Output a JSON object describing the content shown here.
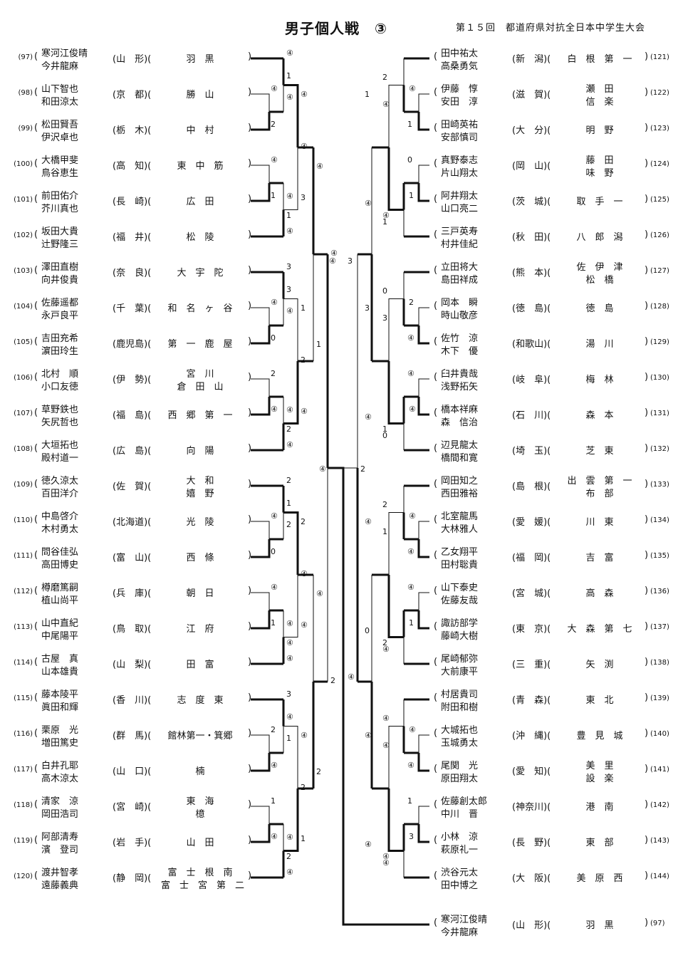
{
  "header": {
    "title": "男子個人戦　③",
    "subtitle": "第１５回　都道府県対抗全日本中学生大会"
  },
  "left": [
    {
      "num": "(97)",
      "n1": "寒河江俊晴",
      "n2": "今井龍麻",
      "pref": "(山　形)(",
      "school": [
        "羽　黒"
      ]
    },
    {
      "num": "(98)",
      "n1": "山下智也",
      "n2": "和田涼太",
      "pref": "(京　都)(",
      "school": [
        "勝　山"
      ]
    },
    {
      "num": "(99)",
      "n1": "松田賢吾",
      "n2": "伊沢卓也",
      "pref": "(栃　木)(",
      "school": [
        "中　村"
      ]
    },
    {
      "num": "(100)",
      "n1": "大橋甲斐",
      "n2": "鳥谷恵生",
      "pref": "(高　知)(",
      "school": [
        "東　中　筋"
      ]
    },
    {
      "num": "(101)",
      "n1": "前田佑介",
      "n2": "芥川真也",
      "pref": "(長　崎)(",
      "school": [
        "広　田"
      ]
    },
    {
      "num": "(102)",
      "n1": "坂田大貴",
      "n2": "辻野隆三",
      "pref": "(福　井)(",
      "school": [
        "松　陵"
      ]
    },
    {
      "num": "(103)",
      "n1": "澤田直樹",
      "n2": "向井俊貴",
      "pref": "(奈　良)(",
      "school": [
        "大　宇　陀"
      ]
    },
    {
      "num": "(104)",
      "n1": "佐藤遥都",
      "n2": "永戸良平",
      "pref": "(千　葉)(",
      "school": [
        "和　名　ヶ　谷"
      ]
    },
    {
      "num": "(105)",
      "n1": "吉田充希",
      "n2": "濵田玲生",
      "pref": "(鹿児島)(",
      "school": [
        "第　一　鹿　屋"
      ]
    },
    {
      "num": "(106)",
      "n1": "北村　順",
      "n2": "小口友徳",
      "pref": "(伊　勢)(",
      "school": [
        "宮　川",
        "倉　田　山"
      ]
    },
    {
      "num": "(107)",
      "n1": "草野鉄也",
      "n2": "矢尻哲也",
      "pref": "(福　島)(",
      "school": [
        "西　郷　第　一"
      ]
    },
    {
      "num": "(108)",
      "n1": "大垣拓也",
      "n2": "殿村道一",
      "pref": "(広　島)(",
      "school": [
        "向　陽"
      ]
    },
    {
      "num": "(109)",
      "n1": "徳久涼太",
      "n2": "百田洋介",
      "pref": "(佐　賀)(",
      "school": [
        "大　和",
        "嬉　野"
      ]
    },
    {
      "num": "(110)",
      "n1": "中島啓介",
      "n2": "木村勇太",
      "pref": "(北海道)(",
      "school": [
        "光　陵"
      ]
    },
    {
      "num": "(111)",
      "n1": "問谷佳弘",
      "n2": "高田博史",
      "pref": "(富　山)(",
      "school": [
        "西　條"
      ]
    },
    {
      "num": "(112)",
      "n1": "樽磨篤嗣",
      "n2": "植山尚平",
      "pref": "(兵　庫)(",
      "school": [
        "朝　日"
      ]
    },
    {
      "num": "(113)",
      "n1": "山中直紀",
      "n2": "中尾陽平",
      "pref": "(鳥　取)(",
      "school": [
        "江　府"
      ]
    },
    {
      "num": "(114)",
      "n1": "古屋　真",
      "n2": "山本雄貴",
      "pref": "(山　梨)(",
      "school": [
        "田　富"
      ]
    },
    {
      "num": "(115)",
      "n1": "藤本陵平",
      "n2": "眞田和輝",
      "pref": "(香　川)(",
      "school": [
        "志　度　東"
      ]
    },
    {
      "num": "(116)",
      "n1": "栗原　光",
      "n2": "増田篤史",
      "pref": "(群　馬)(",
      "school": [
        "館林第一・箕郷"
      ]
    },
    {
      "num": "(117)",
      "n1": "白井孔耶",
      "n2": "高木涼太",
      "pref": "(山　口)(",
      "school": [
        "楠"
      ]
    },
    {
      "num": "(118)",
      "n1": "清家　涼",
      "n2": "岡田浩司",
      "pref": "(宮　崎)(",
      "school": [
        "東　海",
        "檍"
      ]
    },
    {
      "num": "(119)",
      "n1": "阿部清寿",
      "n2": "濱　登司",
      "pref": "(岩　手)(",
      "school": [
        "山　田"
      ]
    },
    {
      "num": "(120)",
      "n1": "渡井智孝",
      "n2": "遠藤義典",
      "pref": "(静　岡)(",
      "school": [
        "富　士　根　南",
        "富　士　宮　第　二"
      ]
    }
  ],
  "right": [
    {
      "num": "(121)",
      "n1": "田中祐太",
      "n2": "高桑勇気",
      "pref": "(新　潟)(",
      "school": [
        "白　根　第　一"
      ]
    },
    {
      "num": "(122)",
      "n1": "伊藤　惇",
      "n2": "安田　淳",
      "pref": "(滋　賀)(",
      "school": [
        "瀬　田",
        "信　楽"
      ]
    },
    {
      "num": "(123)",
      "n1": "田崎英祐",
      "n2": "安部慎司",
      "pref": "(大　分)(",
      "school": [
        "明　野"
      ]
    },
    {
      "num": "(124)",
      "n1": "真野泰志",
      "n2": "片山翔太",
      "pref": "(岡　山)(",
      "school": [
        "藤　田",
        "味　野"
      ]
    },
    {
      "num": "(125)",
      "n1": "阿井翔太",
      "n2": "山口亮二",
      "pref": "(茨　城)(",
      "school": [
        "取　手　一"
      ]
    },
    {
      "num": "(126)",
      "n1": "三戸英寿",
      "n2": "村井佳紀",
      "pref": "(秋　田)(",
      "school": [
        "八　郎　潟"
      ]
    },
    {
      "num": "(127)",
      "n1": "立田将大",
      "n2": "島田祥成",
      "pref": "(熊　本)(",
      "school": [
        "佐　伊　津",
        "松　橋"
      ]
    },
    {
      "num": "(128)",
      "n1": "岡本　瞬",
      "n2": "時山敬彦",
      "pref": "(徳　島)(",
      "school": [
        "徳　島"
      ]
    },
    {
      "num": "(129)",
      "n1": "佐竹　涼",
      "n2": "木下　優",
      "pref": "(和歌山)(",
      "school": [
        "湯　川"
      ]
    },
    {
      "num": "(130)",
      "n1": "臼井貴哉",
      "n2": "浅野拓矢",
      "pref": "(岐　阜)(",
      "school": [
        "梅　林"
      ]
    },
    {
      "num": "(131)",
      "n1": "橋本祥麻",
      "n2": "森　信治",
      "pref": "(石　川)(",
      "school": [
        "森　本"
      ]
    },
    {
      "num": "(132)",
      "n1": "辺見龍太",
      "n2": "橋間和寛",
      "pref": "(埼　玉)(",
      "school": [
        "芝　東"
      ]
    },
    {
      "num": "(133)",
      "n1": "岡田知之",
      "n2": "西田雅裕",
      "pref": "(島　根)(",
      "school": [
        "出　雲　第　一",
        "布　部"
      ]
    },
    {
      "num": "(134)",
      "n1": "北室龍馬",
      "n2": "大林雅人",
      "pref": "(愛　媛)(",
      "school": [
        "川　東"
      ]
    },
    {
      "num": "(135)",
      "n1": "乙女翔平",
      "n2": "田村聡貴",
      "pref": "(福　岡)(",
      "school": [
        "吉　富"
      ]
    },
    {
      "num": "(136)",
      "n1": "山下泰史",
      "n2": "佐藤友哉",
      "pref": "(宮　城)(",
      "school": [
        "高　森"
      ]
    },
    {
      "num": "(137)",
      "n1": "諏訪部学",
      "n2": "藤崎大樹",
      "pref": "(東　京)(",
      "school": [
        "大　森　第　七"
      ]
    },
    {
      "num": "(138)",
      "n1": "尾崎郁弥",
      "n2": "大前康平",
      "pref": "(三　重)(",
      "school": [
        "矢　渕"
      ]
    },
    {
      "num": "(139)",
      "n1": "村居貴司",
      "n2": "附田和樹",
      "pref": "(青　森)(",
      "school": [
        "東　北"
      ]
    },
    {
      "num": "(140)",
      "n1": "大城拓也",
      "n2": "玉城勇太",
      "pref": "(沖　縄)(",
      "school": [
        "豊　見　城"
      ]
    },
    {
      "num": "(141)",
      "n1": "尾関　光",
      "n2": "原田翔太",
      "pref": "(愛　知)(",
      "school": [
        "美　里",
        "設　楽"
      ]
    },
    {
      "num": "(142)",
      "n1": "佐藤創太郎",
      "n2": "中川　晋",
      "pref": "(神奈川)(",
      "school": [
        "港　南"
      ]
    },
    {
      "num": "(143)",
      "n1": "小林　涼",
      "n2": "萩原礼一",
      "pref": "(長　野)(",
      "school": [
        "東　部"
      ]
    },
    {
      "num": "(144)",
      "n1": "渋谷元太",
      "n2": "田中博之",
      "pref": "(大　阪)(",
      "school": [
        "美　原　西"
      ]
    }
  ],
  "winner": {
    "num": "(97)",
    "n1": "寒河江俊晴",
    "n2": "今井龍麻",
    "pref": "(山　形)(",
    "school": [
      "羽　黒"
    ]
  },
  "scores": {
    "l1": [
      "④",
      "2",
      "④",
      "④",
      "1",
      "④",
      "④",
      "0",
      "3",
      "2",
      "④",
      "④",
      "④",
      "0",
      "2",
      "④",
      "1",
      "④",
      "2",
      "④",
      "3",
      "1",
      "④",
      "④"
    ],
    "l1b": [
      "④",
      "1",
      "④",
      "1",
      "④",
      "3",
      "④",
      "2",
      "2",
      "1",
      "④",
      "④",
      "1",
      "④",
      "④",
      "2"
    ],
    "l3": [
      "④",
      "3",
      "④",
      "1",
      "④",
      "2",
      "2",
      "④",
      "④",
      "④",
      "1",
      "2"
    ],
    "l4": [
      "④",
      "1",
      "④",
      "2"
    ],
    "l5": [
      "④",
      "2"
    ],
    "r1": [
      "2",
      "④",
      "1",
      "④",
      "0",
      "1",
      "④",
      "1",
      "0",
      "2",
      "④",
      "3",
      "④",
      "④",
      "1",
      "0",
      "2",
      "④",
      "④",
      "1",
      "④",
      "1",
      "2",
      "④",
      "④",
      "④",
      "④",
      "④",
      "1",
      "3",
      "④",
      "④"
    ],
    "r3": [
      "1",
      "④",
      "3",
      "④",
      "④",
      "0",
      "④",
      "④"
    ],
    "center": [
      "3",
      "④",
      "2",
      "④",
      "④"
    ]
  }
}
